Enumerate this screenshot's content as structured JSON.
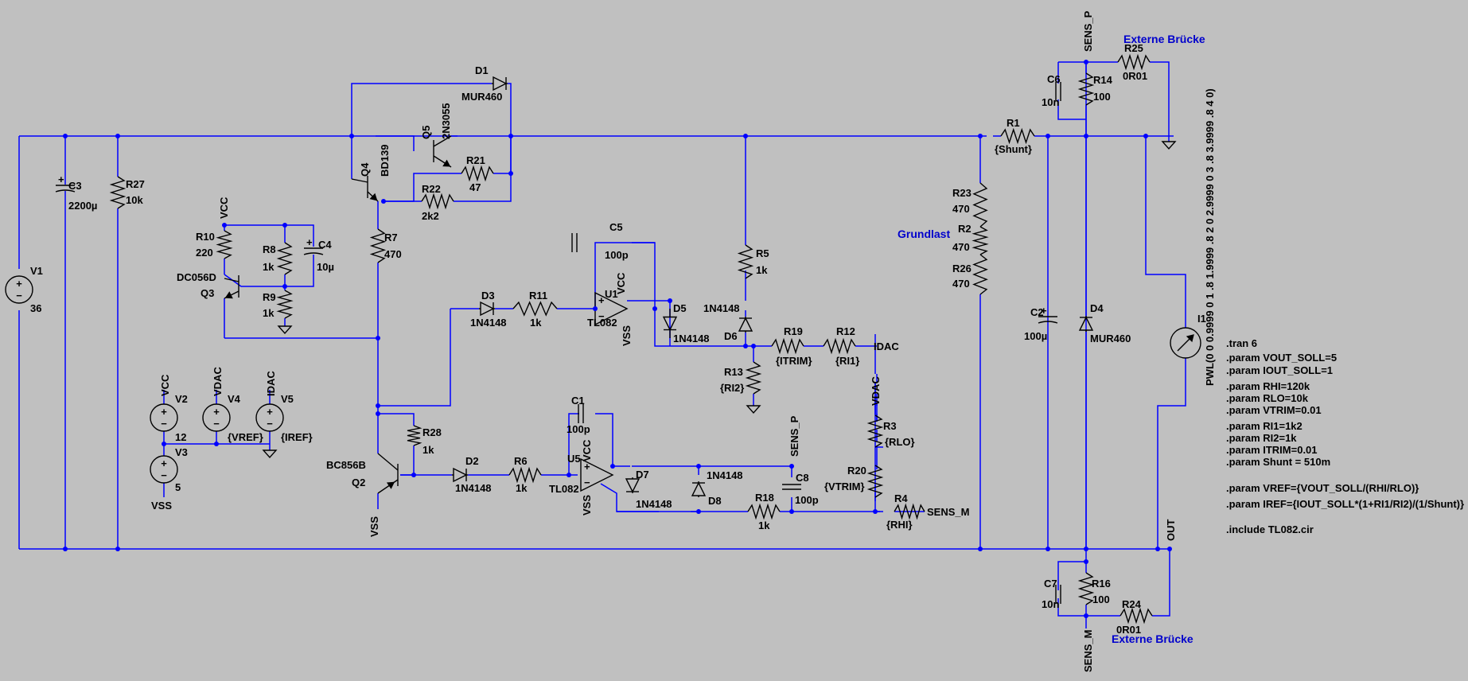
{
  "notes": {
    "externe_top": "Externe Brücke",
    "externe_bottom": "Externe Brücke",
    "grundlast": "Grundlast"
  },
  "components": {
    "V1": {
      "ref": "V1",
      "val": "36"
    },
    "C3": {
      "ref": "C3",
      "val": "2200µ"
    },
    "R27": {
      "ref": "R27",
      "val": "10k"
    },
    "D1": {
      "ref": "D1",
      "val": "MUR460"
    },
    "Q5": {
      "ref": "Q5",
      "val": "2N3055"
    },
    "Q4": {
      "ref": "Q4",
      "val": "BD139"
    },
    "R21": {
      "ref": "R21",
      "val": "47"
    },
    "R22": {
      "ref": "R22",
      "val": "2k2"
    },
    "R7": {
      "ref": "R7",
      "val": "470"
    },
    "R10": {
      "ref": "R10",
      "val": "220"
    },
    "R8": {
      "ref": "R8",
      "val": "1k"
    },
    "C4": {
      "ref": "C4",
      "val": "10µ"
    },
    "Q3": {
      "ref": "Q3",
      "val": "DC056D"
    },
    "R9": {
      "ref": "R9",
      "val": "1k"
    },
    "V2": {
      "ref": "V2",
      "val": "12"
    },
    "V3": {
      "ref": "V3",
      "val": "5"
    },
    "V4": {
      "ref": "V4",
      "val": "{VREF}"
    },
    "V5": {
      "ref": "V5",
      "val": "{IREF}"
    },
    "Q2": {
      "ref": "Q2",
      "val": "BC856B"
    },
    "R28": {
      "ref": "R28",
      "val": "1k"
    },
    "D3": {
      "ref": "D3",
      "val": "1N4148"
    },
    "R11": {
      "ref": "R11",
      "val": "1k"
    },
    "C5": {
      "ref": "C5",
      "val": "100p"
    },
    "U1": {
      "ref": "U1",
      "val": "TL082"
    },
    "D5": {
      "ref": "D5",
      "val": "1N4148"
    },
    "D6": {
      "ref": "D6",
      "val": "1N4148"
    },
    "R5": {
      "ref": "R5",
      "val": "1k"
    },
    "R19": {
      "ref": "R19",
      "val": "{ITRIM}"
    },
    "R12": {
      "ref": "R12",
      "val": "{RI1}"
    },
    "R13": {
      "ref": "R13",
      "val": "{RI2}"
    },
    "D2": {
      "ref": "D2",
      "val": "1N4148"
    },
    "R6": {
      "ref": "R6",
      "val": "1k"
    },
    "C1": {
      "ref": "C1",
      "val": "100p"
    },
    "U5": {
      "ref": "U5",
      "val": "TL082"
    },
    "D7": {
      "ref": "D7",
      "val": "1N4148"
    },
    "D8": {
      "ref": "D8",
      "val": "1N4148"
    },
    "R18": {
      "ref": "R18",
      "val": "1k"
    },
    "C8": {
      "ref": "C8",
      "val": "100p"
    },
    "R3": {
      "ref": "R3",
      "val": "{RLO}"
    },
    "R20": {
      "ref": "R20",
      "val": "{VTRIM}"
    },
    "R4": {
      "ref": "R4",
      "val": "{RHI}"
    },
    "R1": {
      "ref": "R1",
      "val": "{Shunt}"
    },
    "R23": {
      "ref": "R23",
      "val": "470"
    },
    "R2": {
      "ref": "R2",
      "val": "470"
    },
    "R26": {
      "ref": "R26",
      "val": "470"
    },
    "C2": {
      "ref": "C2",
      "val": "100µ"
    },
    "D4": {
      "ref": "D4",
      "val": "MUR460"
    },
    "C6": {
      "ref": "C6",
      "val": "10n"
    },
    "R14": {
      "ref": "R14",
      "val": "100"
    },
    "R25": {
      "ref": "R25",
      "val": "0R01"
    },
    "C7": {
      "ref": "C7",
      "val": "10n"
    },
    "R16": {
      "ref": "R16",
      "val": "100"
    },
    "R24": {
      "ref": "R24",
      "val": "0R01"
    },
    "I1": {
      "ref": "I1",
      "val": "PWL(0 0 0.9999 0 1 .8 1.9999 .8 2 0 2.9999 0 3 .8 3.9999 .8 4 0)"
    }
  },
  "nets": {
    "vcc": "VCC",
    "vss": "VSS",
    "vdac": "VDAC",
    "idac": "IDAC",
    "sens_p": "SENS_P",
    "sens_m": "SENS_M",
    "out": "OUT"
  },
  "directives": [
    ".tran 6",
    ".param VOUT_SOLL=5",
    ".param IOUT_SOLL=1",
    ".param RHI=120k",
    ".param RLO=10k",
    ".param VTRIM=0.01",
    ".param RI1=1k2",
    ".param RI2=1k",
    ".param ITRIM=0.01",
    ".param Shunt = 510m",
    ".param VREF={VOUT_SOLL/(RHI/RLO)}",
    ".param IREF={IOUT_SOLL*(1+RI1/RI2)/(1/Shunt)}",
    ".include TL082.cir"
  ]
}
